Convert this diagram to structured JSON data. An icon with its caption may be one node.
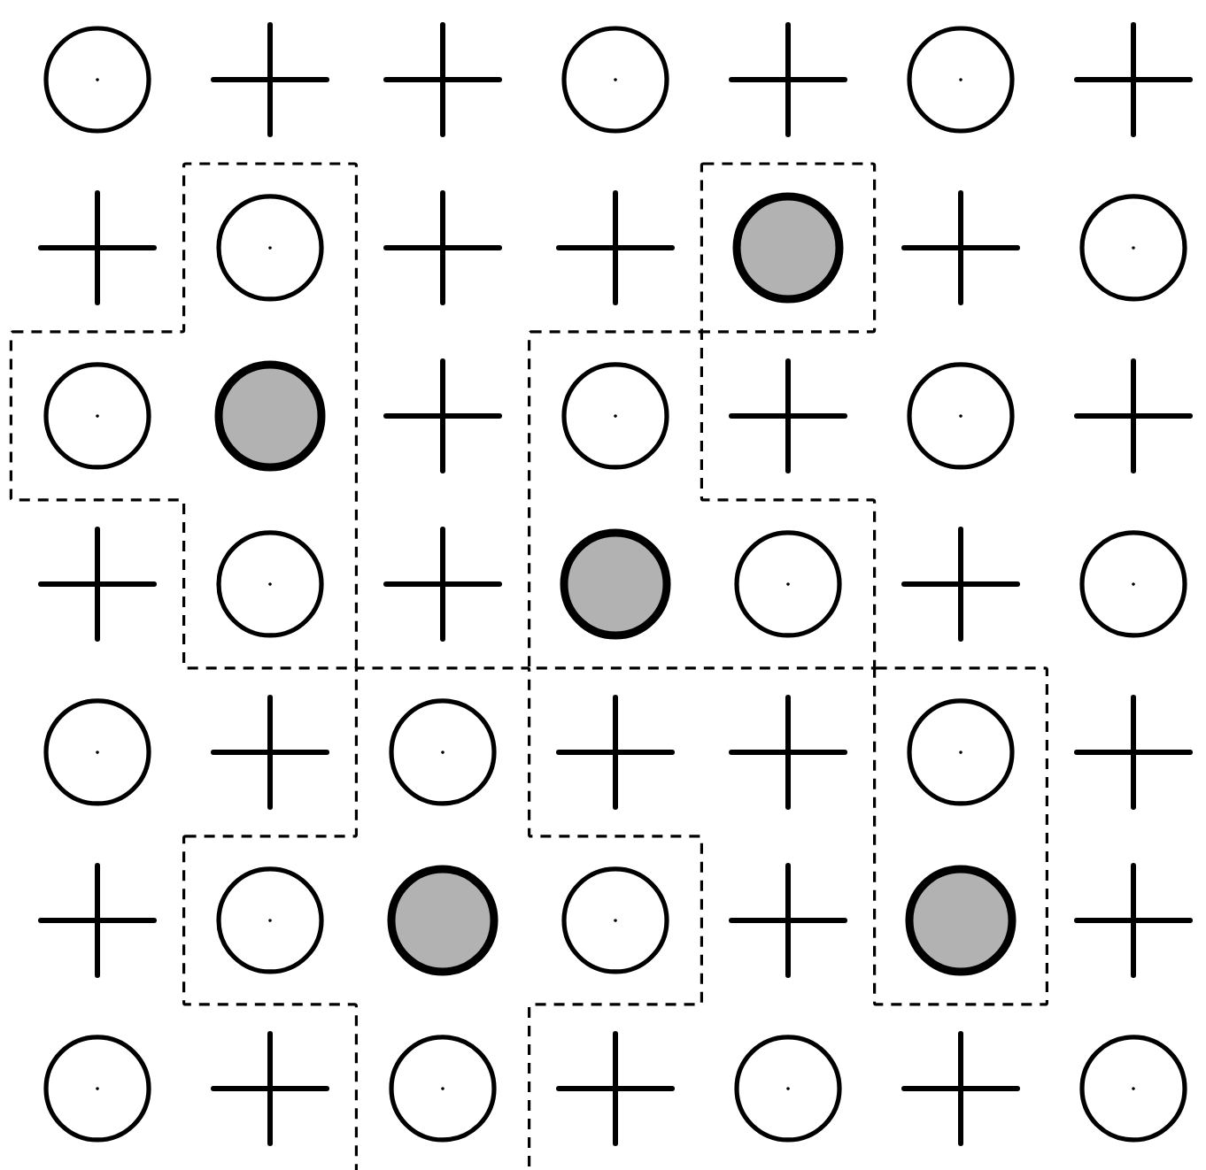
{
  "diagram": {
    "nodes": [
      {
        "text": [],
        "shape": "box"
      },
      {
        "text": [],
        "shape": "box"
      },
      {
        "text": [],
        "shape": "box"
      },
      {
        "text": [],
        "shape": "box"
      },
      {
        "text": [],
        "shape": "box"
      },
      {
        "text": [],
        "shape": "circle"
      },
      {
        "text": [],
        "shape": "cross"
      },
      {
        "text": [],
        "shape": "cross"
      },
      {
        "text": [],
        "shape": "circle"
      },
      {
        "text": [],
        "shape": "cross"
      },
      {
        "text": [],
        "shape": "circle"
      },
      {
        "text": [],
        "shape": "cross"
      },
      {
        "text": [],
        "shape": "cross"
      },
      {
        "text": [],
        "shape": "circle",
        "in": 0
      },
      {
        "text": [],
        "shape": "cross"
      },
      {
        "text": [],
        "shape": "cross"
      },
      {
        "text": [],
        "shape": "disc",
        "in": 1
      },
      {
        "text": [],
        "shape": "cross"
      },
      {
        "text": [],
        "shape": "circle"
      },
      {
        "text": [],
        "shape": "circle",
        "in": 0
      },
      {
        "text": [],
        "shape": "disc",
        "in": 0
      },
      {
        "text": [],
        "shape": "cross"
      },
      {
        "text": [],
        "shape": "circle",
        "in": 2
      },
      {
        "text": [],
        "shape": "cross"
      },
      {
        "text": [],
        "shape": "circle"
      },
      {
        "text": [],
        "shape": "cross"
      },
      {
        "text": [],
        "shape": "cross"
      },
      {
        "text": [],
        "shape": "circle",
        "in": 0
      },
      {
        "text": [],
        "shape": "cross"
      },
      {
        "text": [],
        "shape": "disc",
        "in": 2
      },
      {
        "text": [],
        "shape": "circle",
        "in": 2
      },
      {
        "text": [],
        "shape": "cross"
      },
      {
        "text": [],
        "shape": "circle"
      },
      {
        "text": [],
        "shape": "circle"
      },
      {
        "text": [],
        "shape": "cross"
      },
      {
        "text": [],
        "shape": "circle",
        "in": 3
      },
      {
        "text": [],
        "shape": "cross"
      },
      {
        "text": [],
        "shape": "cross"
      },
      {
        "text": [],
        "shape": "circle",
        "in": 4
      },
      {
        "text": [],
        "shape": "cross"
      },
      {
        "text": [],
        "shape": "cross"
      },
      {
        "text": [],
        "shape": "circle",
        "in": 3
      },
      {
        "text": [],
        "shape": "disc",
        "in": 3
      },
      {
        "text": [],
        "shape": "circle",
        "in": 3
      },
      {
        "text": [],
        "shape": "cross"
      },
      {
        "text": [],
        "shape": "disc",
        "in": 4
      },
      {
        "text": [],
        "shape": "cross"
      },
      {
        "text": [],
        "shape": "circle"
      },
      {
        "text": [],
        "shape": "cross"
      },
      {
        "text": [],
        "shape": "circle",
        "in": 3
      },
      {
        "text": [],
        "shape": "cross"
      },
      {
        "text": [],
        "shape": "circle"
      },
      {
        "text": [],
        "shape": "cross"
      },
      {
        "text": [],
        "shape": "circle"
      }
    ]
  }
}
